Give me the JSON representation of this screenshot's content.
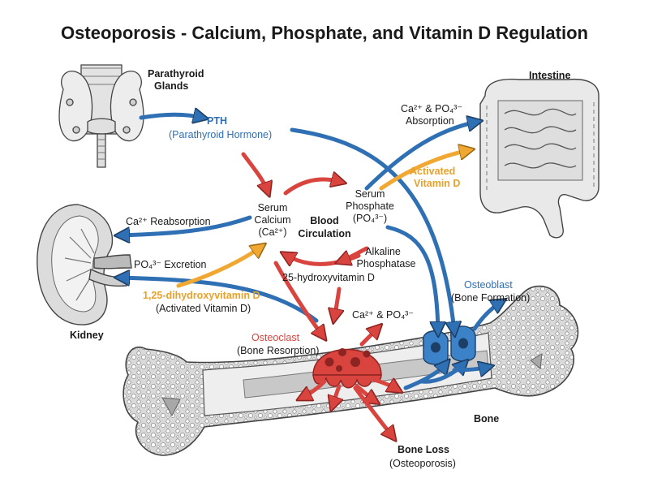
{
  "title": "Osteoporosis - Calcium, Phosphate, and Vitamin D Regulation",
  "colors": {
    "pth": "#2f6fb3",
    "resorption": "#d9443f",
    "vitamin_d": "#f0a833",
    "outline": "#333333"
  },
  "organs": {
    "parathyroid": {
      "line1": "Parathyroid",
      "line2": "Glands"
    },
    "intestine": "Intestine",
    "kidney": "Kidney",
    "bone": "Bone"
  },
  "pth": {
    "label": "PTH",
    "full": "(Parathyroid Hormone)"
  },
  "absorption": {
    "line1": "Ca²⁺ & PO₄³⁻",
    "line2": "Absorption"
  },
  "activated_vitd": {
    "line1": "Activated",
    "line2": "Vitamin D"
  },
  "serum_calcium": {
    "line1": "Serum",
    "line2": "Calcium",
    "line3": "(Ca²⁺)"
  },
  "serum_phosphate": {
    "line1": "Serum",
    "line2": "Phosphate",
    "line3": "(PO₄³⁻)"
  },
  "blood_circulation": {
    "line1": "Blood",
    "line2": "Circulation"
  },
  "ca_reabsorption": "Ca²⁺ Reabsorption",
  "po4_excretion": "PO₄³⁻ Excretion",
  "alkaline_phosphatase": {
    "line1": "Alkaline",
    "line2": "Phosphatase"
  },
  "hydroxy_vitd": "25-hydroxyvitamin D",
  "dihydroxy_vitd": {
    "line1": "1,25-dihydroxyvitamin D",
    "line2": "(Activated Vitamin D)"
  },
  "osteoclast": {
    "label": "Osteoclast",
    "sub": "(Bone Resorption)"
  },
  "osteoblast": {
    "label": "Osteoblast",
    "sub": "(Bone Formation)"
  },
  "mineral_release": "Ca²⁺ & PO₄³⁻",
  "bone_loss": {
    "label": "Bone Loss",
    "sub": "(Osteoporosis)"
  },
  "icons": [
    "thyroid-gland-icon",
    "intestine-icon",
    "kidney-icon",
    "femur-bone-icon",
    "osteoclast-cell-icon",
    "osteoblast-cell-icon"
  ]
}
